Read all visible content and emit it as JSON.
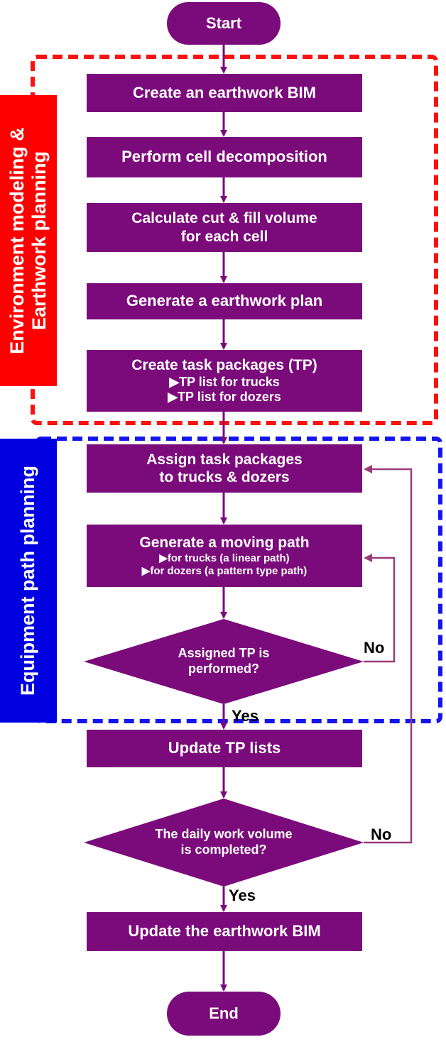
{
  "colors": {
    "node": "#7b0b7b",
    "arrow": "#7b0b7b",
    "loop": "#9b3b7b",
    "group1": "#ff1010",
    "group2": "#1414ee"
  },
  "groups": [
    {
      "label_line1": "Environment modeling &",
      "label_line2": "Earthwork planning"
    },
    {
      "label": "Equipment path planning"
    }
  ],
  "nodes": {
    "start": "Start",
    "create_bim": "Create an earthwork BIM",
    "cell_decomp": "Perform cell decomposition",
    "calc_line1": "Calculate cut & fill volume",
    "calc_line2": "for each cell",
    "gen_plan": "Generate a earthwork plan",
    "tp_line1": "Create task packages (TP)",
    "tp_line2": "▶TP list for trucks",
    "tp_line3": "▶TP list for dozers",
    "assign_line1": "Assign task packages",
    "assign_line2": "to trucks & dozers",
    "path_line1": "Generate a moving path",
    "path_line2": "▶for trucks (a linear path)",
    "path_line3": "▶for dozers (a pattern type path)",
    "decision1_line1": "Assigned TP is",
    "decision1_line2": "performed?",
    "update_tp": "Update TP lists",
    "decision2_line1": "The daily work volume",
    "decision2_line2": "is completed?",
    "update_bim": "Update the earthwork BIM",
    "end": "End"
  },
  "edge_labels": {
    "d1_no": "No",
    "d1_yes": "Yes",
    "d2_no": "No",
    "d2_yes": "Yes"
  }
}
